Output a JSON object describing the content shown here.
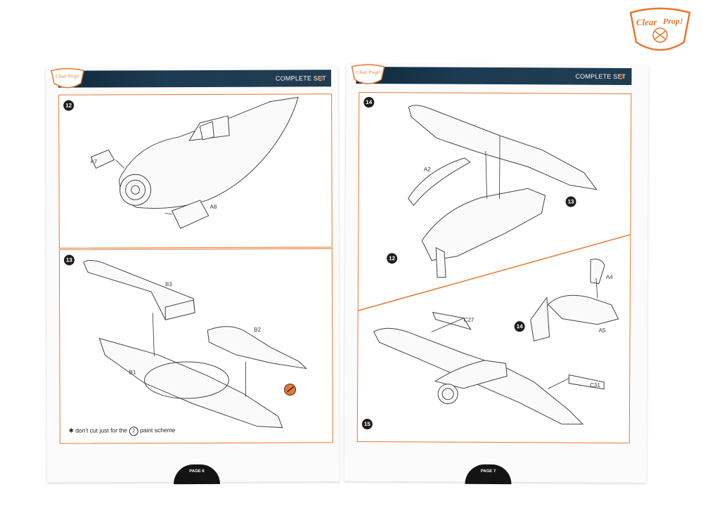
{
  "brand": {
    "logo_text": "Clear Prop!"
  },
  "header": {
    "set_label": "COMPLETE SET"
  },
  "pages": {
    "left": "PAGE 6",
    "right": "PAGE 7"
  },
  "steps": {
    "s12": "12",
    "s13": "13",
    "s14": "14",
    "s15": "15",
    "ref13": "13",
    "ref12": "12",
    "ref14": "14"
  },
  "parts": {
    "a7": "A7",
    "a8": "A8",
    "b3": "B3",
    "b2": "B2",
    "b1": "B1",
    "a2": "A2",
    "a4": "A4",
    "a5": "A5",
    "c27": "C27",
    "c31": "C31"
  },
  "note": {
    "text": "don't cut just for the",
    "scheme": "2",
    "suffix": "paint scheme"
  },
  "colors": {
    "accent": "#e8772e",
    "band": "#1d3b52",
    "line": "#555555"
  }
}
